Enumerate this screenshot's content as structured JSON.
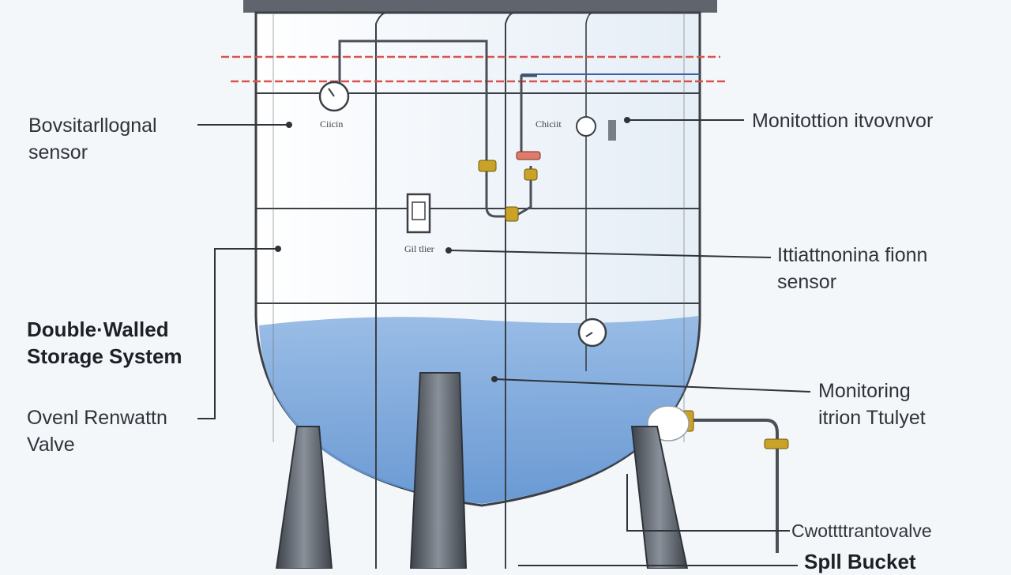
{
  "labels": {
    "left_sensor": {
      "line1": "Bovsitarllognal",
      "line2": "sensor"
    },
    "double_walled": {
      "line1": "Double·Walled",
      "line2": "Storage System"
    },
    "overfill_valve": {
      "line1": "Ovenl Renwattn",
      "line2": "Valve"
    },
    "monitoring_top": {
      "line1": "Monitottion itvovnvor"
    },
    "interstitial_sensor": {
      "line1": "Ittiattnonina fionn",
      "line2": "sensor"
    },
    "monitoring_outlet": {
      "line1": "Monitoring",
      "line2": "itrion Ttulyet"
    },
    "valve_bottom": {
      "line1": "Cwottttrantovalve"
    },
    "spill_bucket": {
      "line1": "Spll Bucket"
    }
  },
  "tiny_labels": {
    "gauge_left": "Ciicin",
    "gauge_right": "Chiciit",
    "panel": "Gil tlier"
  },
  "colors": {
    "tank_outline": "#3b3f46",
    "liquid": "#6f9fd6",
    "liquid_light": "#a9c7ea",
    "heat_line": "#d9534f",
    "pipe": "#5a5f68",
    "fitting": "#c9a227",
    "leg": "#5b6068",
    "background": "#f4f7fa"
  }
}
